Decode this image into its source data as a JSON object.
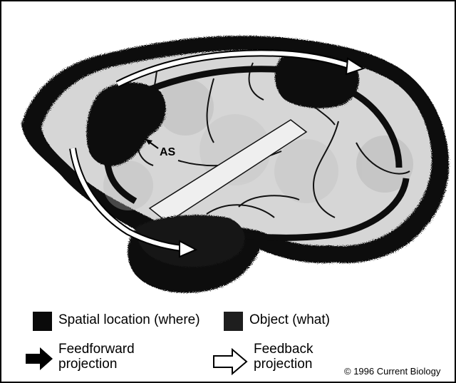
{
  "diagram": {
    "annotation": "AS"
  },
  "legend": {
    "spatial_label": "Spatial location (where)",
    "object_label": "Object (what)",
    "feedforward_line1": "Feedforward",
    "feedforward_line2": "projection",
    "feedback_line1": "Feedback",
    "feedback_line2": "projection",
    "swatch_spatial_color": "#0a0a0a",
    "swatch_object_color": "#1e1e1e"
  },
  "copyright": "© 1996 Current Biology"
}
